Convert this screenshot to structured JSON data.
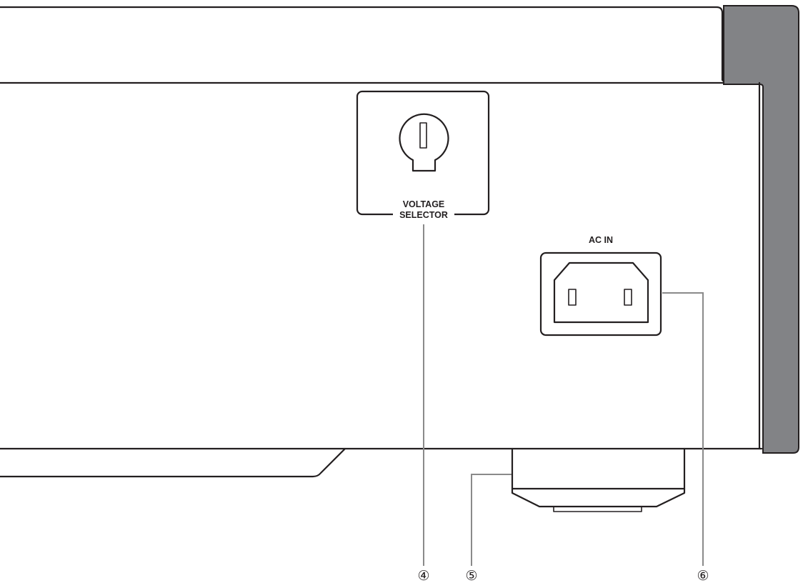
{
  "labels": {
    "voltage_selector_line1": "VOLTAGE",
    "voltage_selector_line2": "SELECTOR",
    "ac_in": "AC IN"
  },
  "callouts": [
    {
      "id": "4",
      "symbol": "④"
    },
    {
      "id": "5",
      "symbol": "⑤"
    },
    {
      "id": "6",
      "symbol": "⑥"
    }
  ],
  "colors": {
    "line": "#231f20",
    "side_panel": "#828386",
    "leader": "#8a8a8a",
    "background": "#ffffff"
  }
}
